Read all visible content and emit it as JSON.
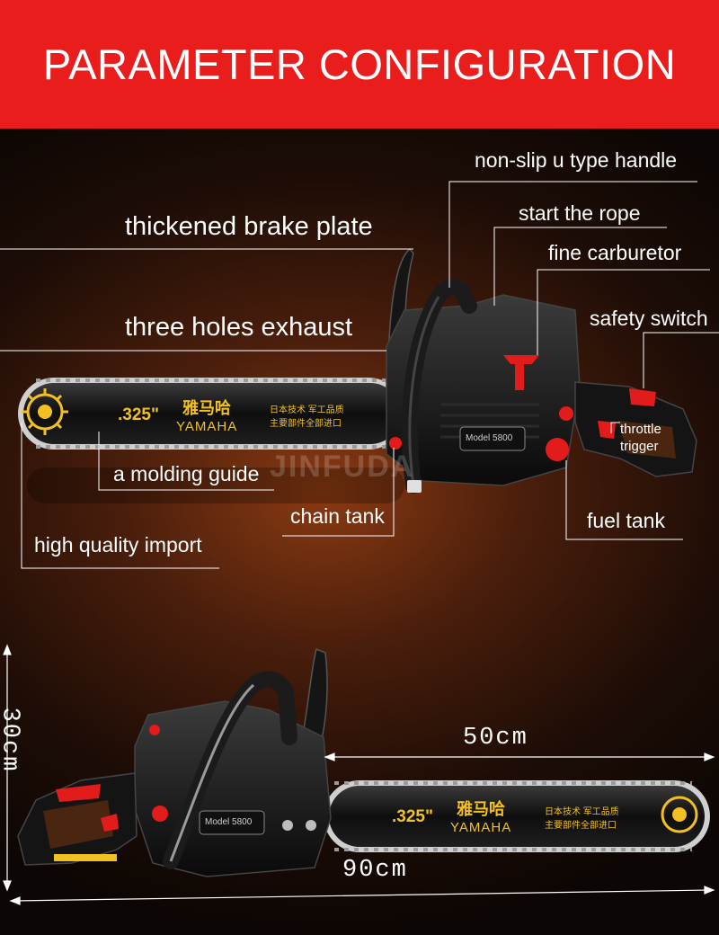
{
  "banner": {
    "title": "PARAMETER CONFIGURATION"
  },
  "callouts": {
    "handle": "non-slip u type handle",
    "brake": "thickened brake plate",
    "rope": "start the rope",
    "carburetor": "fine carburetor",
    "exhaust": "three holes exhaust",
    "safety": "safety switch",
    "throttle_line1": "throttle",
    "throttle_line2": "trigger",
    "guide": "a molding guide",
    "chain_tank": "chain tank",
    "fuel_tank": "fuel tank",
    "import": "high quality import"
  },
  "product": {
    "bar_gauge": ".325\"",
    "brand_cn": "雅马哈",
    "brand_en": "YAMAHA",
    "bar_note_1": "日本技术 军工品质",
    "bar_note_2": "主要部件全部进口",
    "model": "Model 5800",
    "watermark": "JINFUDA"
  },
  "dimensions": {
    "height": "30cm",
    "bar_length": "50cm",
    "total_length": "90cm"
  },
  "colors": {
    "banner": "#ea1d1d",
    "accent_red": "#e21b1b",
    "gold": "#f2c020",
    "line": "#ffffff"
  }
}
